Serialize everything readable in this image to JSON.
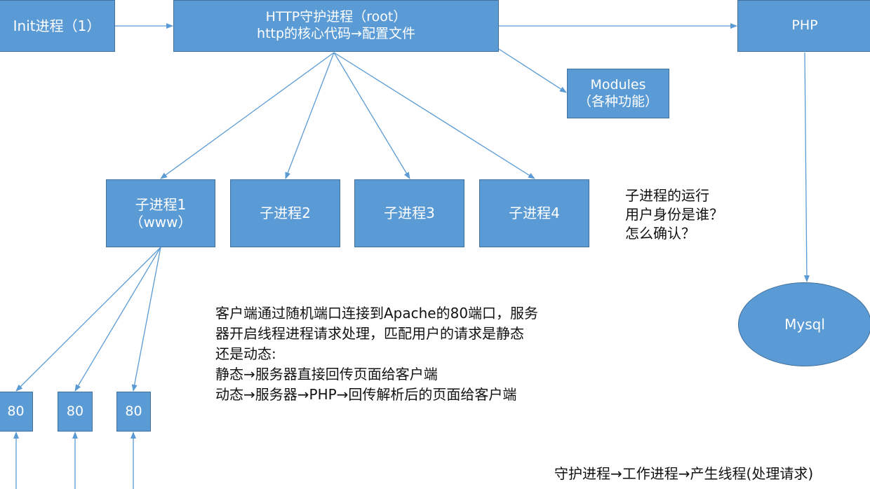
{
  "nodes": {
    "init": [
      "Init进程（1）"
    ],
    "httpd": [
      "HTTP守护进程（root）",
      "http的核心代码→配置文件"
    ],
    "php": [
      "PHP"
    ],
    "modules": [
      "Modules",
      "（各种功能）"
    ],
    "child1": [
      "子进程1",
      "（www）"
    ],
    "child2": [
      "子进程2"
    ],
    "child3": [
      "子进程3"
    ],
    "child4": [
      "子进程4"
    ],
    "port_a": [
      "80"
    ],
    "port_b": [
      "80"
    ],
    "port_c": [
      "80"
    ],
    "mysql": [
      "Mysql"
    ]
  },
  "notes": {
    "child_user_question": [
      "子进程的运行",
      "用户身份是谁？",
      "怎么确认？"
    ],
    "request_flow": [
      "客户端通过随机端口连接到Apache的80端口，服务",
      "器开启线程进程请求处理，匹配用户的请求是静态",
      "还是动态:",
      "静态→服务器直接回传页面给客户端",
      "动态→服务器→PHP→回传解析后的页面给客户端"
    ],
    "process_chain": [
      "守护进程→工作进程→产生线程(处理请求)"
    ]
  },
  "colors": {
    "box_fill": "#5b9bd5",
    "box_border": "#41719c",
    "arrow": "#5b9bd5",
    "text_on_box": "#ffffff",
    "note_text": "#111111"
  }
}
